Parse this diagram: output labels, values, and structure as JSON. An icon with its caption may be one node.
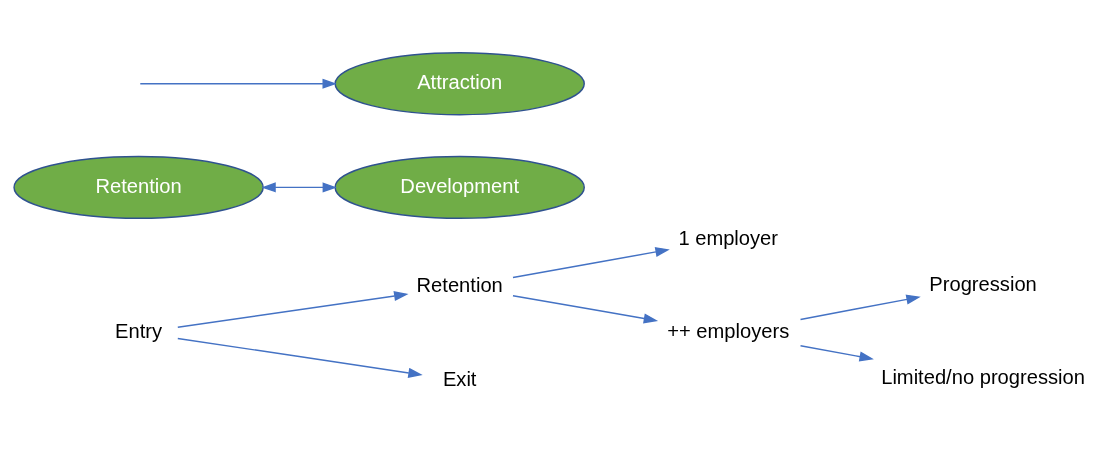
{
  "diagram": {
    "nodes": [
      {
        "text": [
          "Entry"
        ]
      },
      {
        "text": [
          "Retention"
        ]
      },
      {
        "text": [
          "Exit"
        ]
      },
      {
        "text": [
          "1 employer"
        ]
      },
      {
        "text": [
          "++ employers"
        ]
      },
      {
        "text": [
          "Progression"
        ]
      },
      {
        "text": [
          "Limited/no progression"
        ]
      },
      {
        "text": [
          "Retention"
        ]
      },
      {
        "text": [
          "Development"
        ]
      },
      {
        "text": [
          "Attraction"
        ]
      }
    ],
    "edges": [
      {
        "from": 0,
        "to": 1,
        "arrow": "to"
      },
      {
        "from": 0,
        "to": 2,
        "arrow": "to"
      },
      {
        "from": 1,
        "to": 3,
        "arrow": "to"
      },
      {
        "from": 1,
        "to": 4,
        "arrow": "to"
      },
      {
        "from": 4,
        "to": 5,
        "arrow": "to"
      },
      {
        "from": 4,
        "to": 6,
        "arrow": "to"
      },
      {
        "from": 7,
        "to": 8,
        "arrow": "both"
      },
      {
        "from": null,
        "to": 9,
        "arrow": "to"
      }
    ]
  }
}
